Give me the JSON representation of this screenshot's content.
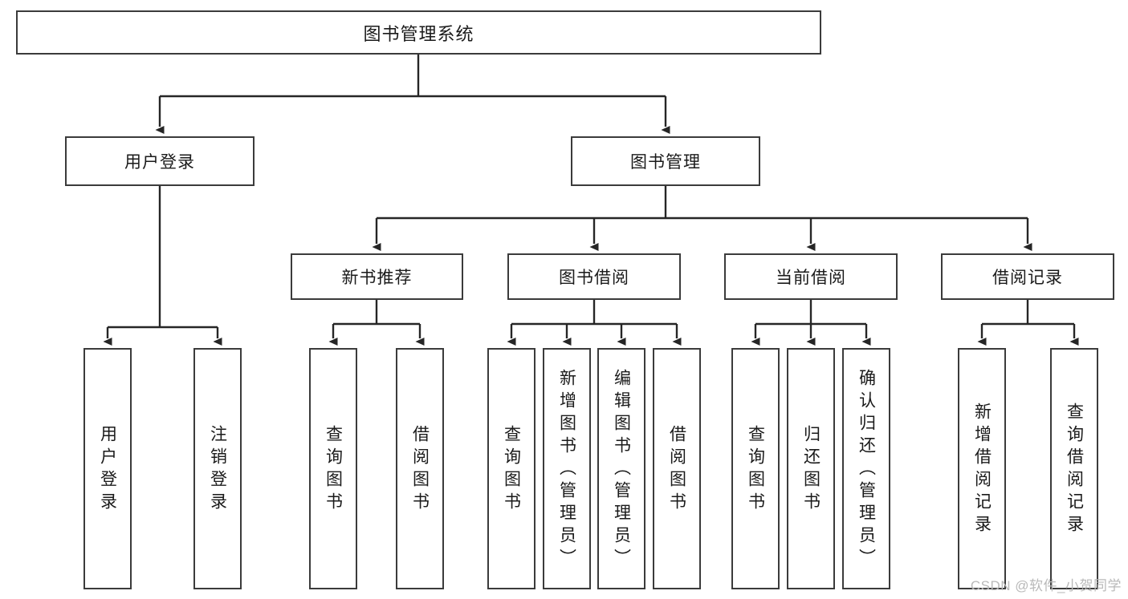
{
  "diagram": {
    "title": "图书管理系统",
    "type": "hierarchy-tree",
    "colors": {
      "box_border": "#3b3b3b",
      "box_fill": "#ffffff",
      "edge": "#262626",
      "text": "#1a1a1a",
      "watermark": "#b9b9b9"
    },
    "root": {
      "label": "图书管理系统"
    },
    "level2": [
      {
        "label": "用户登录"
      },
      {
        "label": "图书管理"
      }
    ],
    "level3": [
      {
        "label": "新书推荐"
      },
      {
        "label": "图书借阅"
      },
      {
        "label": "当前借阅"
      },
      {
        "label": "借阅记录"
      }
    ],
    "leaves": {
      "user_login": [
        {
          "label": "用户登录"
        },
        {
          "label": "注销登录"
        }
      ],
      "new_book_recommend": [
        {
          "label": "查询图书"
        },
        {
          "label": "借阅图书"
        }
      ],
      "book_borrow": [
        {
          "label": "查询图书"
        },
        {
          "label": "新增图书（管理员）"
        },
        {
          "label": "编辑图书（管理员）"
        },
        {
          "label": "借阅图书"
        }
      ],
      "current_borrow": [
        {
          "label": "查询图书"
        },
        {
          "label": "归还图书"
        },
        {
          "label": "确认归还（管理员）"
        }
      ],
      "borrow_record": [
        {
          "label": "新增借阅记录"
        },
        {
          "label": "查询借阅记录"
        }
      ]
    }
  },
  "watermark": {
    "text": "CSDN @软件_小贺同学"
  }
}
